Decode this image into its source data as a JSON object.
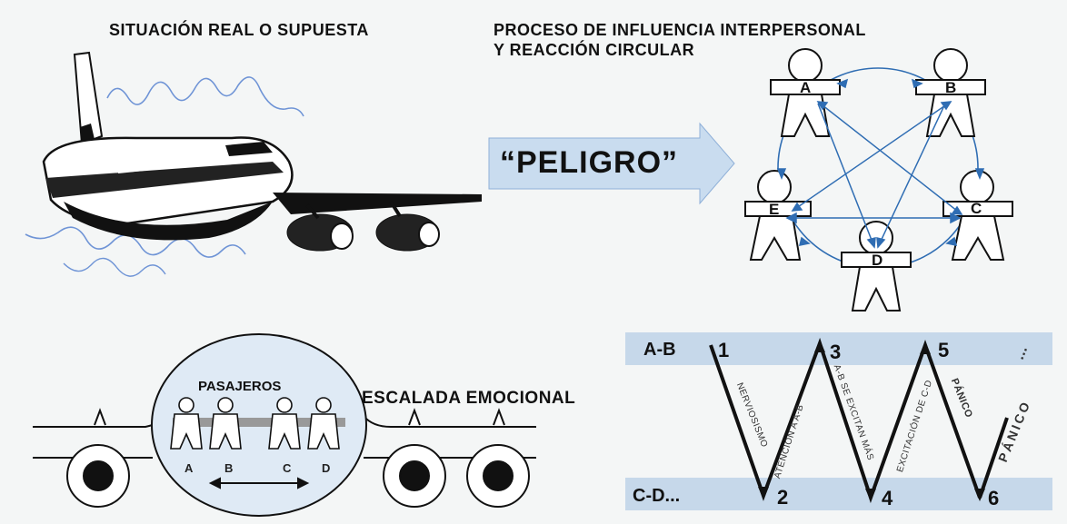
{
  "headings": {
    "situacion": "SITUACIÓN REAL O SUPUESTA",
    "proceso_line1": "PROCESO DE INFLUENCIA INTERPERSONAL",
    "proceso_line2": "Y REACCIÓN CIRCULAR",
    "escalada": "ESCALADA EMOCIONAL"
  },
  "arrow_label": "“PELIGRO”",
  "nodes": [
    "A",
    "B",
    "C",
    "D",
    "E"
  ],
  "passengers": {
    "title": "PASAJEROS",
    "seats": [
      "A",
      "B",
      "C",
      "D"
    ]
  },
  "escalation": {
    "band_top": "A-B",
    "band_bottom": "C-D...",
    "steps": [
      "1",
      "2",
      "3",
      "4",
      "5",
      "6"
    ],
    "labels": {
      "nerviosismo": "NERVIOSISMO",
      "atencion": "ATENCIÓN A A-B",
      "excitan": "A-B SE EXCITAN MÁS",
      "excitacion": "EXCITACIÓN DE C-D",
      "panico1": "PÁNICO",
      "panico2": "PÁNICO",
      "dots": "..."
    }
  },
  "colors": {
    "band": "#c6d8ea",
    "arrow_fill": "#c9dcef",
    "circle_arrows": "#2f6db3",
    "sky_lines": "#6f94d6",
    "ink": "#111111"
  }
}
